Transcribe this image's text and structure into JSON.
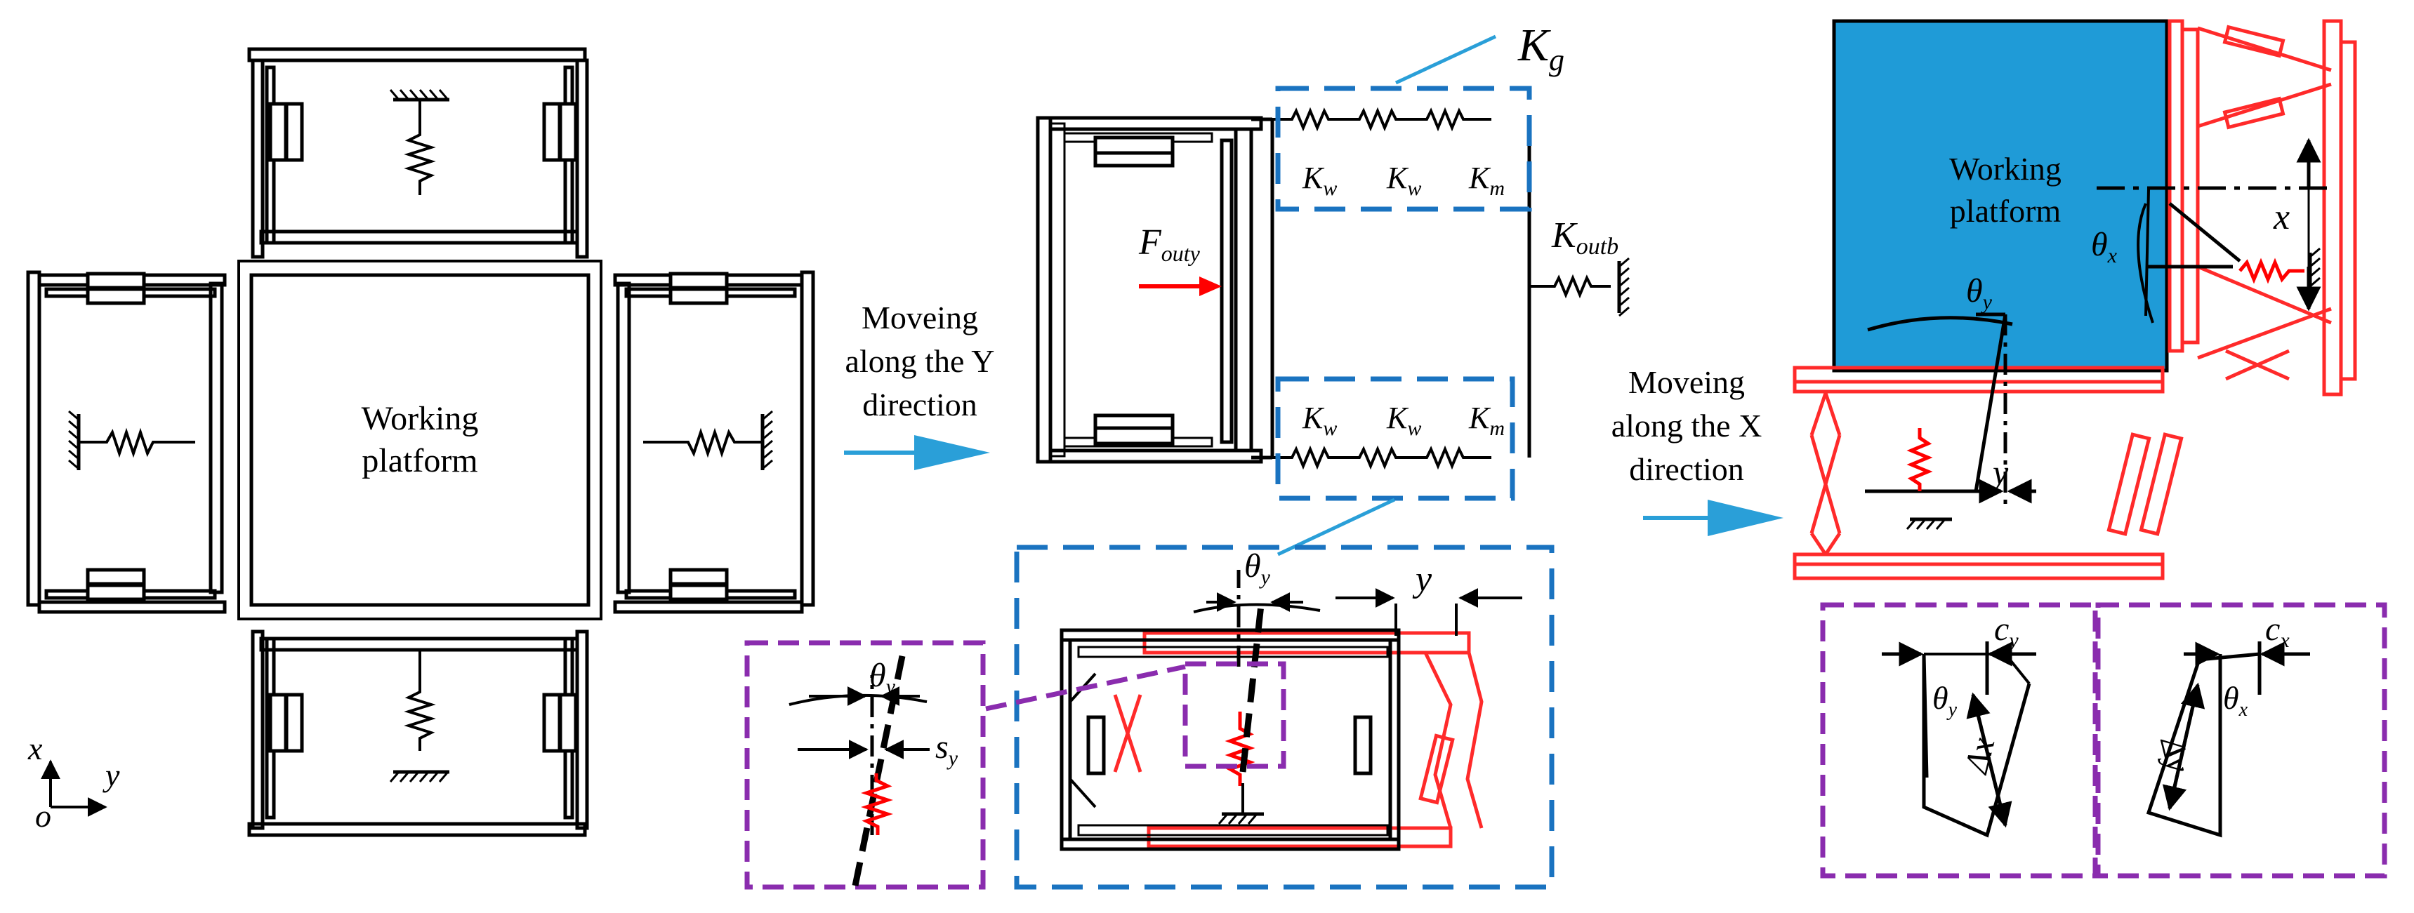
{
  "labels": {
    "working_platform_line1": "Working",
    "working_platform_line2": "platform",
    "axis_x": "x",
    "axis_y": "y",
    "axis_o": "o",
    "move_y_line1": "Moveing",
    "move_y_line2": "along the Y",
    "move_y_line3": "direction",
    "move_x_line1": "Moveing",
    "move_x_line2": "along the X",
    "move_x_line3": "direction",
    "kg_main": "K",
    "kg_sub": "g",
    "kw_main": "K",
    "kw_sub": "w",
    "km_main": "K",
    "km_sub": "m",
    "kout_main": "K",
    "kout_sub": "outb",
    "fout_main": "F",
    "fout_sub": "outy",
    "theta_main": "θ",
    "theta_y_sub": "y",
    "theta_x_sub": "x",
    "y_disp": "y",
    "x_disp": "x",
    "sy_main": "s",
    "sy_sub": "y",
    "cy_main": "c",
    "cy_sub": "y",
    "cx_main": "c",
    "cx_sub": "x",
    "delta_x": "Δx",
    "delta_y": "Δy"
  },
  "colors": {
    "line": "#000000",
    "deformed": "#ff2a2a",
    "platform_fill": "#1f9bd7",
    "dash_blue": "#1a73c0",
    "dash_purple": "#8a2cae",
    "arrow_blue": "#2a9fd8",
    "force_red": "#ff0000"
  }
}
